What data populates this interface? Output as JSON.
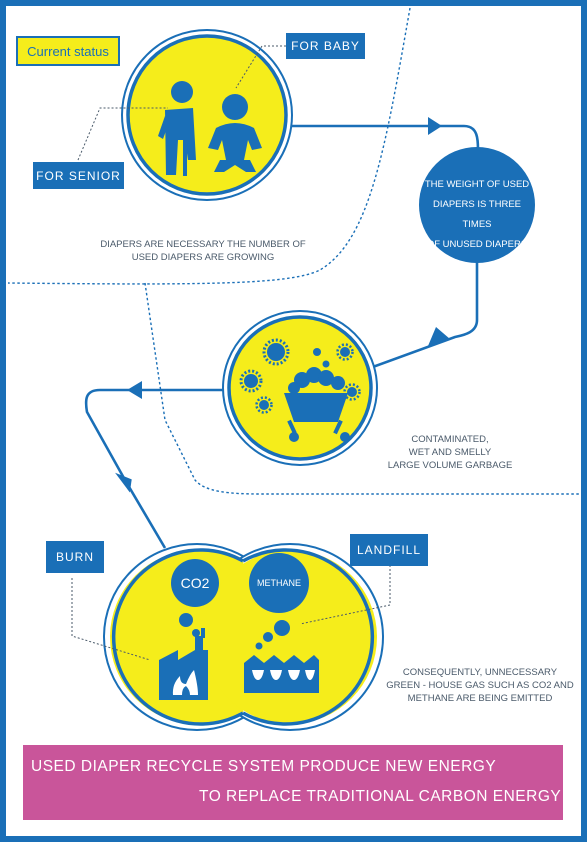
{
  "status_label": "Current status",
  "labels": {
    "for_baby": "FOR BABY",
    "for_senior": "FOR SENIOR",
    "burn": "BURN",
    "landfill": "LANDFILL"
  },
  "weight_note": [
    "THE WEIGHT OF USED",
    "DIAPERS IS THREE TIMES",
    "OF UNUSED DIAPERS"
  ],
  "caption_diapers": [
    "DIAPERS  ARE NECESSARY THE NUMBER OF",
    "USED DIAPERS ARE GROWING"
  ],
  "caption_contaminated": [
    "CONTAMINATED,",
    "WET AND SMELLY",
    "LARGE VOLUME GARBAGE"
  ],
  "caption_consequence": [
    "CONSEQUENTLY, UNNECESSARY",
    "GREEN - HOUSE GAS SUCH AS CO2 AND",
    "METHANE ARE BEING EMITTED"
  ],
  "gas_co2": "CO2",
  "gas_methane": "METHANE",
  "banner": {
    "line1": "USED DIAPER RECYCLE SYSTEM PRODUCE NEW ENERGY",
    "line2": "TO REPLACE TRADITIONAL CARBON ENERGY"
  },
  "colors": {
    "blue": "#1a6fb7",
    "yellow": "#f5ed1b",
    "magenta": "#c9559a"
  }
}
